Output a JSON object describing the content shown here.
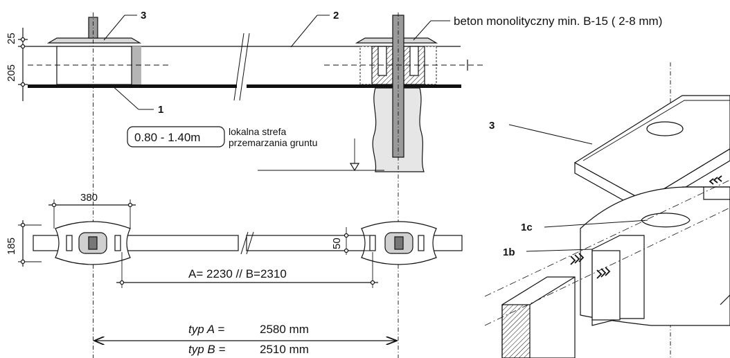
{
  "labels": {
    "callout_1": "1",
    "callout_1b": "1b",
    "callout_1c": "1c",
    "callout_2": "2",
    "callout_3_top": "3",
    "callout_3_iso": "3",
    "concrete_note": "beton monolityczny min. B-15 ( 2-8 mm)",
    "frost_depth_box": "0.80 - 1.40m",
    "frost_note_line1": "lokalna strefa",
    "frost_note_line2": "przemarzania gruntu"
  },
  "dimensions": {
    "height_top": "25",
    "height_block": "205",
    "block_length": "380",
    "block_width": "185",
    "slot_depth": "50",
    "span": "A= 2230 // B=2310",
    "typ_a_label": "typ A =",
    "typ_a_value": "2580 mm",
    "typ_b_label": "typ B =",
    "typ_b_value": "2510 mm"
  },
  "colors": {
    "line": "#111111",
    "fill_concrete": "#e6e6e6",
    "fill_post": "#9a9a9a",
    "fill_shadow": "#b5b5b5",
    "fill_iso": "#ffffff"
  }
}
